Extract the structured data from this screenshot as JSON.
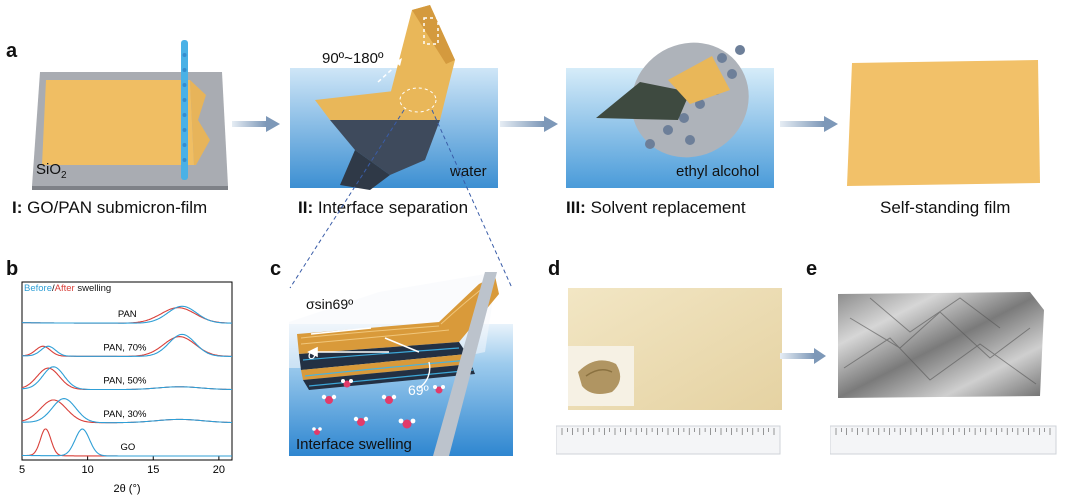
{
  "panels": {
    "a": {
      "label": "a"
    },
    "b": {
      "label": "b"
    },
    "c": {
      "label": "c"
    },
    "d": {
      "label": "d"
    },
    "e": {
      "label": "e"
    }
  },
  "steps": [
    {
      "prefix": "I:",
      "text": " GO/PAN submicron-film"
    },
    {
      "prefix": "II:",
      "text": " Interface separation"
    },
    {
      "prefix": "III:",
      "text": " Solvent replacement"
    },
    {
      "prefix": "",
      "text": "Self-standing film"
    }
  ],
  "image_labels": {
    "substrate_main": "SiO",
    "substrate_sub": "2",
    "angle": "90º~180º",
    "water": "water",
    "ethanol": "ethyl alcohol",
    "force": "σsin69º",
    "sigma": "σ",
    "contact_angle": "69º",
    "interface_swelling": "Interface swelling"
  },
  "chart_data": {
    "type": "line",
    "title": "",
    "xlabel": "2θ (°)",
    "ylabel": "",
    "xlim": [
      5,
      21
    ],
    "xticks": [
      5,
      10,
      15,
      20
    ],
    "legend": {
      "before": "Before",
      "sep": "/",
      "after": "After",
      "rest": " swelling"
    },
    "colors": {
      "before": "#2f9fd6",
      "after": "#d9403a"
    },
    "traces": [
      {
        "name": "PAN",
        "before_peaks": [
          [
            17.2,
            0.6,
            1.1
          ]
        ],
        "after_peaks": [
          [
            16.9,
            0.55,
            1.3
          ]
        ]
      },
      {
        "name": "PAN, 70%",
        "before_peaks": [
          [
            7.0,
            0.35,
            0.55
          ],
          [
            17.2,
            0.78,
            1.0
          ]
        ],
        "after_peaks": [
          [
            6.6,
            0.35,
            0.55
          ],
          [
            17.0,
            0.7,
            1.2
          ]
        ]
      },
      {
        "name": "PAN, 50%",
        "before_peaks": [
          [
            7.4,
            0.8,
            0.8
          ],
          [
            17.0,
            0.1,
            1.6
          ]
        ],
        "after_peaks": [
          [
            7.0,
            0.75,
            0.85
          ],
          [
            17.0,
            0.1,
            1.6
          ]
        ]
      },
      {
        "name": "PAN, 30%",
        "before_peaks": [
          [
            8.2,
            0.85,
            0.9
          ],
          [
            17.0,
            0.12,
            1.8
          ]
        ],
        "after_peaks": [
          [
            7.4,
            0.8,
            1.0
          ],
          [
            17.0,
            0.12,
            1.8
          ]
        ]
      },
      {
        "name": "GO",
        "before_peaks": [
          [
            9.6,
            0.95,
            0.55
          ]
        ],
        "after_peaks": [
          [
            6.8,
            0.95,
            0.4
          ]
        ]
      }
    ]
  }
}
